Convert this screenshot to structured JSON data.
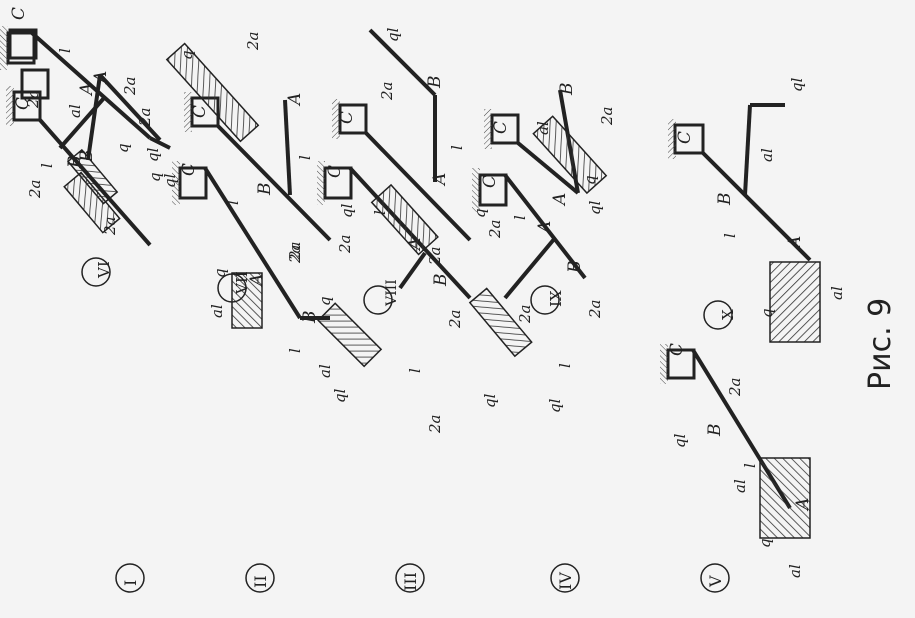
{
  "figure": {
    "caption": "Рис. 9"
  },
  "variants": [
    {
      "id": "I",
      "labels": [
        "C",
        "A",
        "B",
        "l",
        "2a",
        "2a",
        "2a",
        "q",
        "ql"
      ]
    },
    {
      "id": "II",
      "labels": [
        "C",
        "A",
        "B",
        "q",
        "al",
        "2a",
        "l",
        "al",
        "ql"
      ]
    },
    {
      "id": "III",
      "labels": [
        "C",
        "A",
        "B",
        "q",
        "2a",
        "l",
        "2a",
        "2a",
        "ql"
      ]
    },
    {
      "id": "IV",
      "labels": [
        "C",
        "A",
        "B",
        "2a",
        "l",
        "2a",
        "2a",
        "ql"
      ]
    },
    {
      "id": "V",
      "labels": [
        "C",
        "A",
        "B",
        "2a",
        "l",
        "al",
        "q",
        "al",
        "ql"
      ]
    },
    {
      "id": "VI",
      "labels": [
        "C",
        "A",
        "B",
        "al",
        "2a",
        "l",
        "2a",
        "q",
        "ql"
      ]
    },
    {
      "id": "VII",
      "labels": [
        "C",
        "A",
        "B",
        "2a",
        "q",
        "l",
        "2a",
        "l",
        "ql"
      ]
    },
    {
      "id": "VIII",
      "labels": [
        "C",
        "A",
        "B",
        "2a",
        "l",
        "l",
        "2a",
        "q",
        "ql"
      ]
    },
    {
      "id": "IX",
      "labels": [
        "C",
        "A",
        "B",
        "al",
        "2a",
        "l",
        "q",
        "ql"
      ]
    },
    {
      "id": "X",
      "labels": [
        "C",
        "A",
        "B",
        "al",
        "l",
        "al",
        "q",
        "ql"
      ]
    }
  ]
}
